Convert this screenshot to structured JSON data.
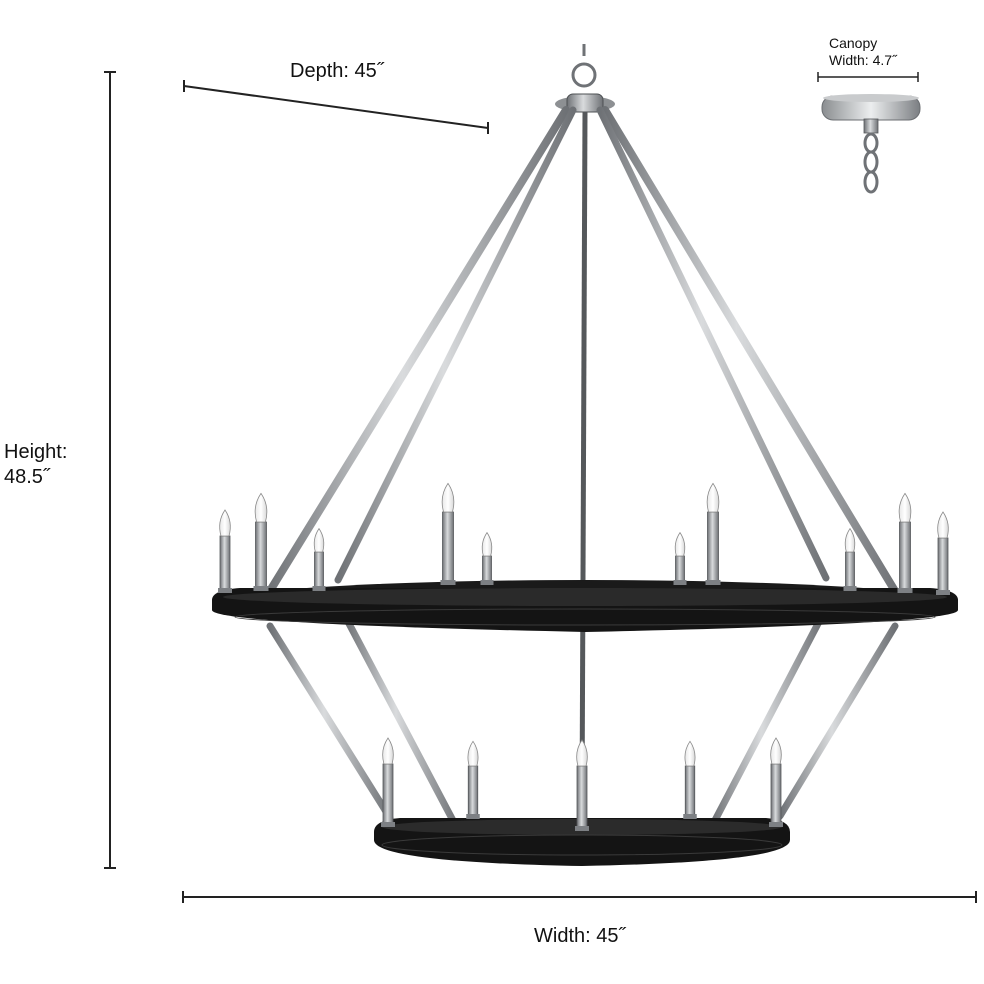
{
  "dimensions": {
    "depth": "Depth: 45˝",
    "height_line1": "Height:",
    "height_line2": "48.5˝",
    "width": "Width: 45˝",
    "canopy_line1": "Canopy",
    "canopy_line2": "Width: 4.7˝"
  },
  "colors": {
    "ring": "#111111",
    "metal": "#8d9093",
    "metal_dark": "#5c5f62",
    "bulb": "#f4f4f4",
    "line": "#222222"
  },
  "icons": [
    "chandelier-illustration",
    "canopy-illustration"
  ]
}
